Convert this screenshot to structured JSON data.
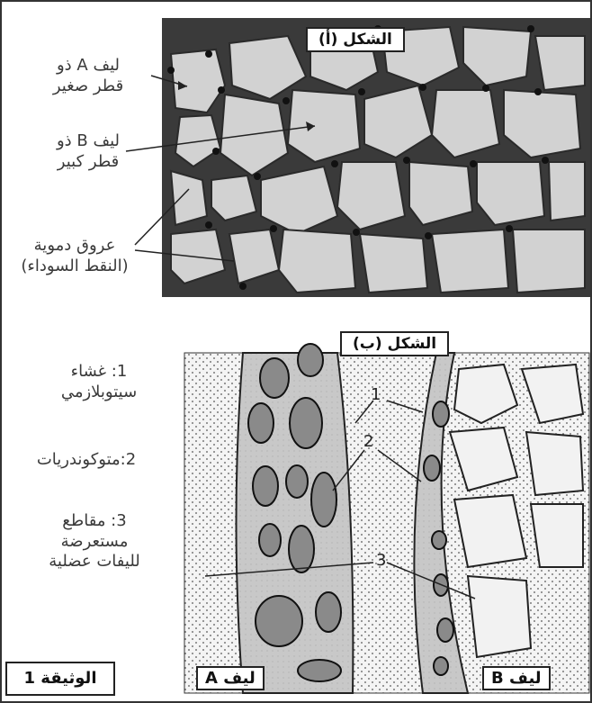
{
  "figure_a": {
    "title": "الشكل (أ)",
    "labels": {
      "fiber_a": [
        "ليف A ذو",
        "قطر صغير"
      ],
      "fiber_b": [
        "ليف B ذو",
        "قطر كبير"
      ],
      "vessels": [
        "عروق دموية",
        "(النقط السوداء)"
      ]
    }
  },
  "figure_b": {
    "title": "الشكل (ب)",
    "legend": {
      "item1": [
        "1: غشاء",
        "سيتوبلازمي"
      ],
      "item2": [
        "2:متوكوندريات"
      ],
      "item3": [
        "3: مقاطع",
        "مستعرضة",
        "لليفات عضلية"
      ]
    },
    "numbers": [
      "1",
      "2",
      "3"
    ],
    "fiber_tags": {
      "a": "ليف A",
      "b": "ليف B"
    }
  },
  "document_tag": "الوثيقة 1"
}
